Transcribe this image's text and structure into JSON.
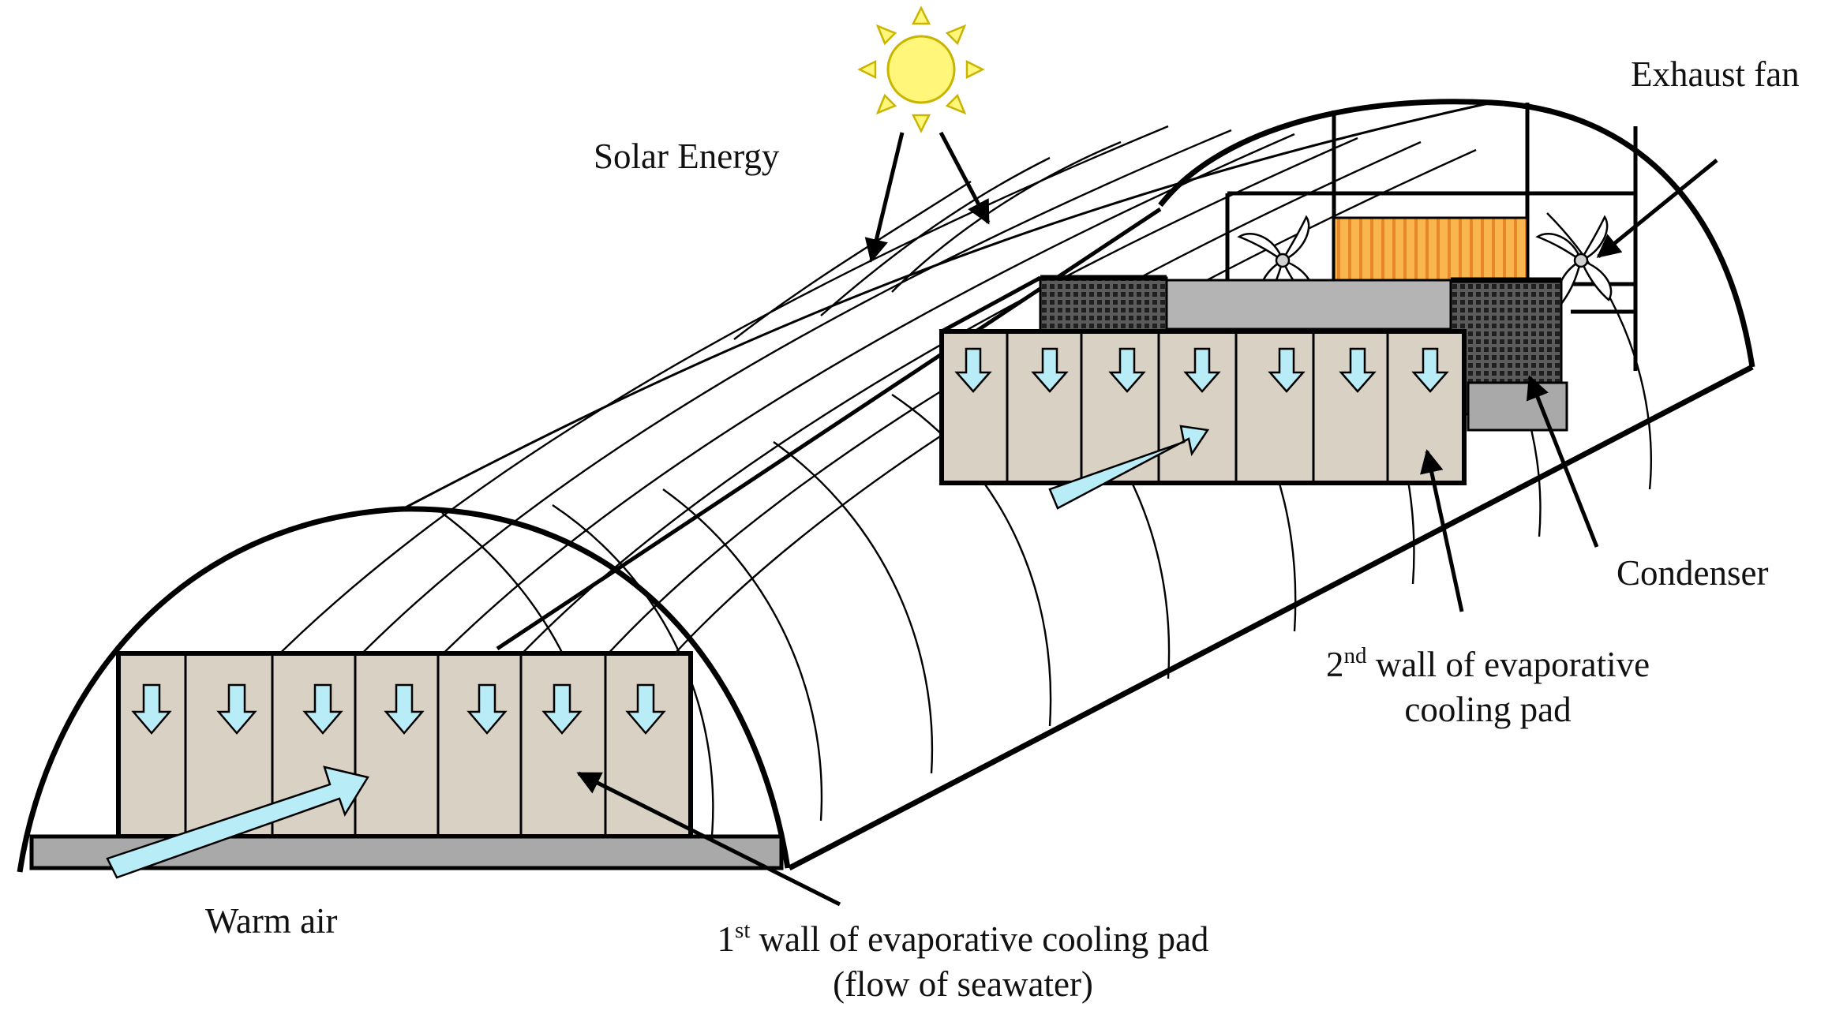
{
  "labels": {
    "exhaust_fan": "Exhaust fan",
    "solar_energy": "Solar Energy",
    "condenser": "Condenser",
    "second_wall_ordinal": "2",
    "second_wall_suffix": "nd",
    "second_wall_line1_rest": " wall of evaporative",
    "second_wall_line2": "cooling pad",
    "warm_air": "Warm air",
    "first_wall_ordinal": "1",
    "first_wall_suffix": "st",
    "first_wall_line1_rest": " wall of evaporative cooling pad",
    "first_wall_line2": "(flow of seawater)"
  },
  "colors": {
    "outline": "#000000",
    "pad_fill": "#d9d1c3",
    "flow_arrow": "#b8ecf7",
    "tray": "#a9a9a9",
    "condenser_face": "#b4b4b4",
    "condenser_grille": "#3a3a3a",
    "orange_panel": "#f7a33a",
    "sun_fill": "#fff67a",
    "sun_ray": "#f0df32"
  },
  "icons": {
    "sun": "sun-icon",
    "exhaust_fan": "fan-icon",
    "flow_arrow": "down-arrow-icon"
  }
}
